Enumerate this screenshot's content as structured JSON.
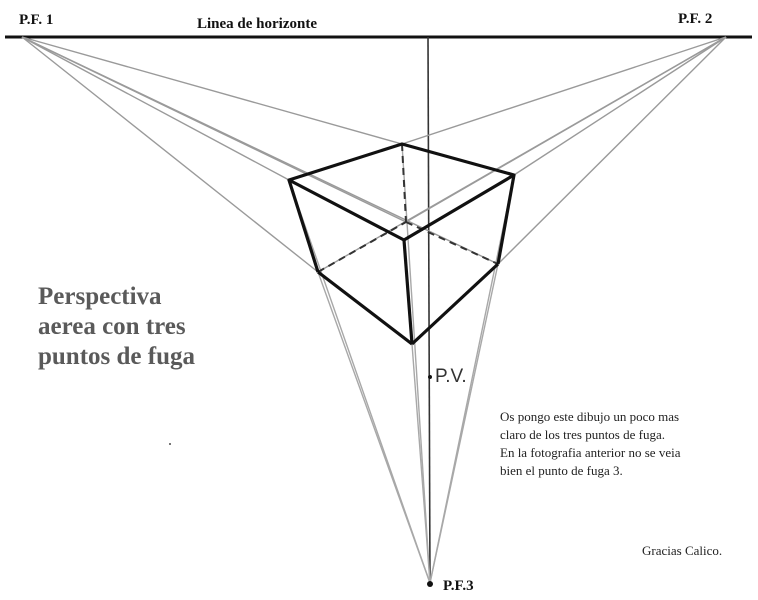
{
  "labels": {
    "pf1": "P.F. 1",
    "pf2": "P.F. 2",
    "pf3": "P.F.3",
    "horizon": "Linea de horizonte",
    "pv": "P.V."
  },
  "title_lines": [
    "Perspectiva",
    "aerea con tres",
    "puntos de fuga"
  ],
  "note_lines": [
    "Os pongo este dibujo un poco mas",
    "claro de los tres puntos de fuga.",
    "En la fotografia anterior no se veia",
    "bien el punto de fuga 3."
  ],
  "thanks": "Gracias Calico.",
  "colors": {
    "ink": "#111111",
    "construction": "#9a9a9a",
    "title": "#5a5a5a"
  }
}
